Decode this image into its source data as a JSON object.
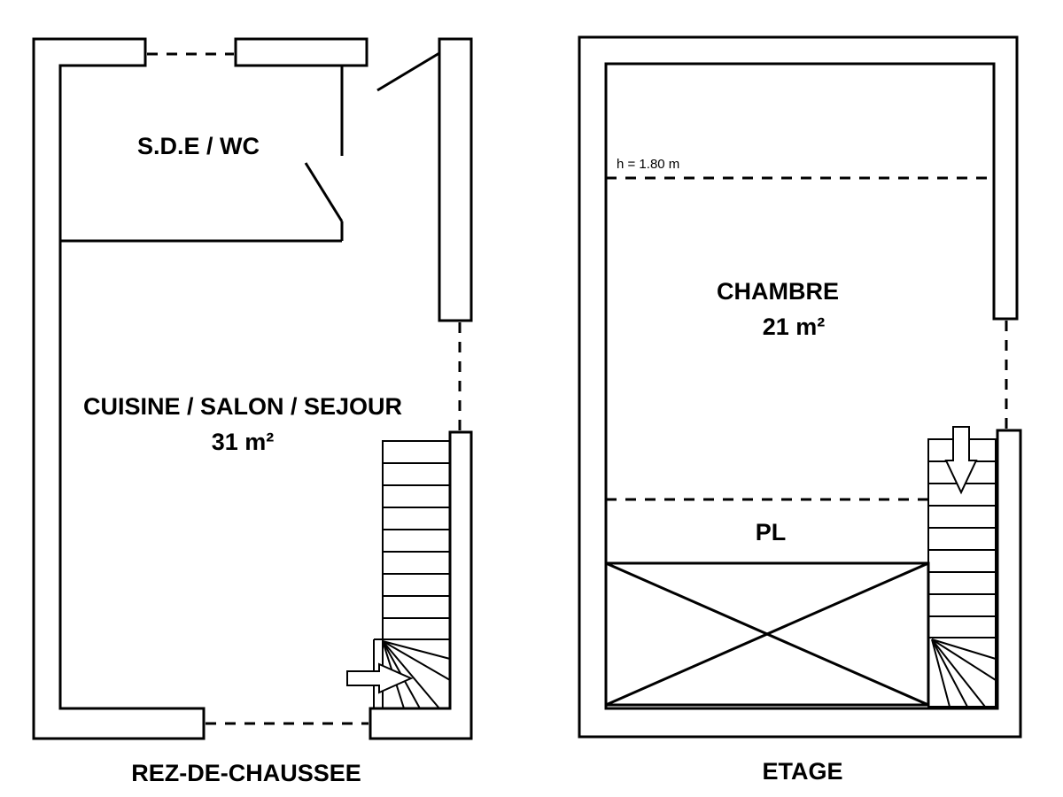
{
  "ground_floor": {
    "title": "REZ-DE-CHAUSSEE",
    "room_bath": "S.D.E / WC",
    "room_living": "CUISINE / SALON / SEJOUR",
    "room_living_area": "31 m²"
  },
  "upper_floor": {
    "title": "ETAGE",
    "room_bedroom": "CHAMBRE",
    "room_bedroom_area": "21 m²",
    "height_note": "h = 1.80 m",
    "landing_label": "PL"
  }
}
